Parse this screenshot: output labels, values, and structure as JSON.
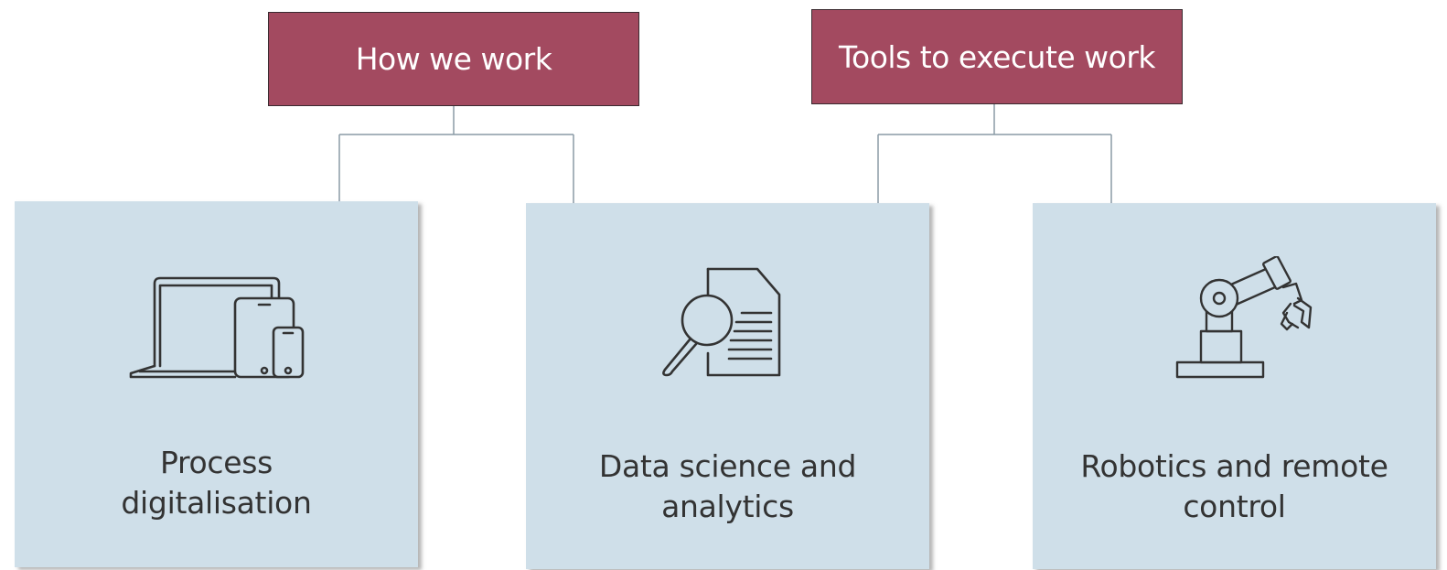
{
  "headers": {
    "left": "How we work",
    "right": "Tools to execute work"
  },
  "cards": [
    {
      "label": "Process\ndigitalisation",
      "icon": "devices-icon"
    },
    {
      "label": "Data science and\nanalytics",
      "icon": "document-search-icon"
    },
    {
      "label": "Robotics and remote\ncontrol",
      "icon": "robot-arm-icon"
    }
  ],
  "colors": {
    "header_fill": "#a34a60",
    "card_fill": "#cfdfe9",
    "connector": "#8a9aa6",
    "icon_stroke": "#333333"
  }
}
